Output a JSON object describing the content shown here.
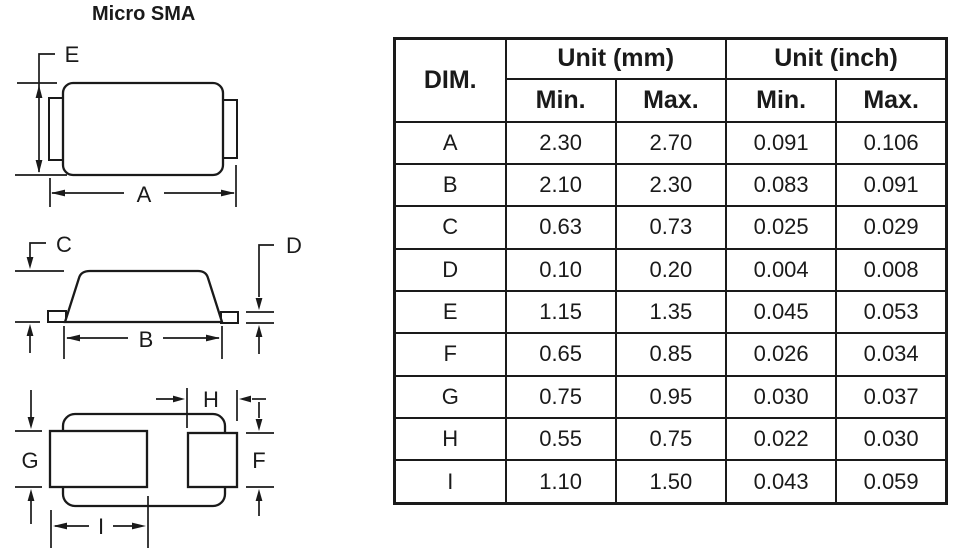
{
  "title": "Micro SMA",
  "drawings": {
    "top_view": {
      "dim_e": "E",
      "dim_a": "A"
    },
    "side_view": {
      "dim_c": "C",
      "dim_d": "D",
      "dim_b": "B"
    },
    "bottom_view": {
      "dim_g": "G",
      "dim_f": "F",
      "dim_h": "H",
      "dim_i": "I"
    }
  },
  "table": {
    "header": {
      "dim": "DIM.",
      "unit_mm": "Unit (mm)",
      "unit_inch": "Unit (inch)",
      "min": "Min.",
      "max": "Max."
    },
    "rows": [
      {
        "dim": "A",
        "mm_min": "2.30",
        "mm_max": "2.70",
        "in_min": "0.091",
        "in_max": "0.106"
      },
      {
        "dim": "B",
        "mm_min": "2.10",
        "mm_max": "2.30",
        "in_min": "0.083",
        "in_max": "0.091"
      },
      {
        "dim": "C",
        "mm_min": "0.63",
        "mm_max": "0.73",
        "in_min": "0.025",
        "in_max": "0.029"
      },
      {
        "dim": "D",
        "mm_min": "0.10",
        "mm_max": "0.20",
        "in_min": "0.004",
        "in_max": "0.008"
      },
      {
        "dim": "E",
        "mm_min": "1.15",
        "mm_max": "1.35",
        "in_min": "0.045",
        "in_max": "0.053"
      },
      {
        "dim": "F",
        "mm_min": "0.65",
        "mm_max": "0.85",
        "in_min": "0.026",
        "in_max": "0.034"
      },
      {
        "dim": "G",
        "mm_min": "0.75",
        "mm_max": "0.95",
        "in_min": "0.030",
        "in_max": "0.037"
      },
      {
        "dim": "H",
        "mm_min": "0.55",
        "mm_max": "0.75",
        "in_min": "0.022",
        "in_max": "0.030"
      },
      {
        "dim": "I",
        "mm_min": "1.10",
        "mm_max": "1.50",
        "in_min": "0.043",
        "in_max": "0.059"
      }
    ]
  },
  "colors": {
    "ink": "#1a1a1a",
    "background": "#ffffff"
  }
}
